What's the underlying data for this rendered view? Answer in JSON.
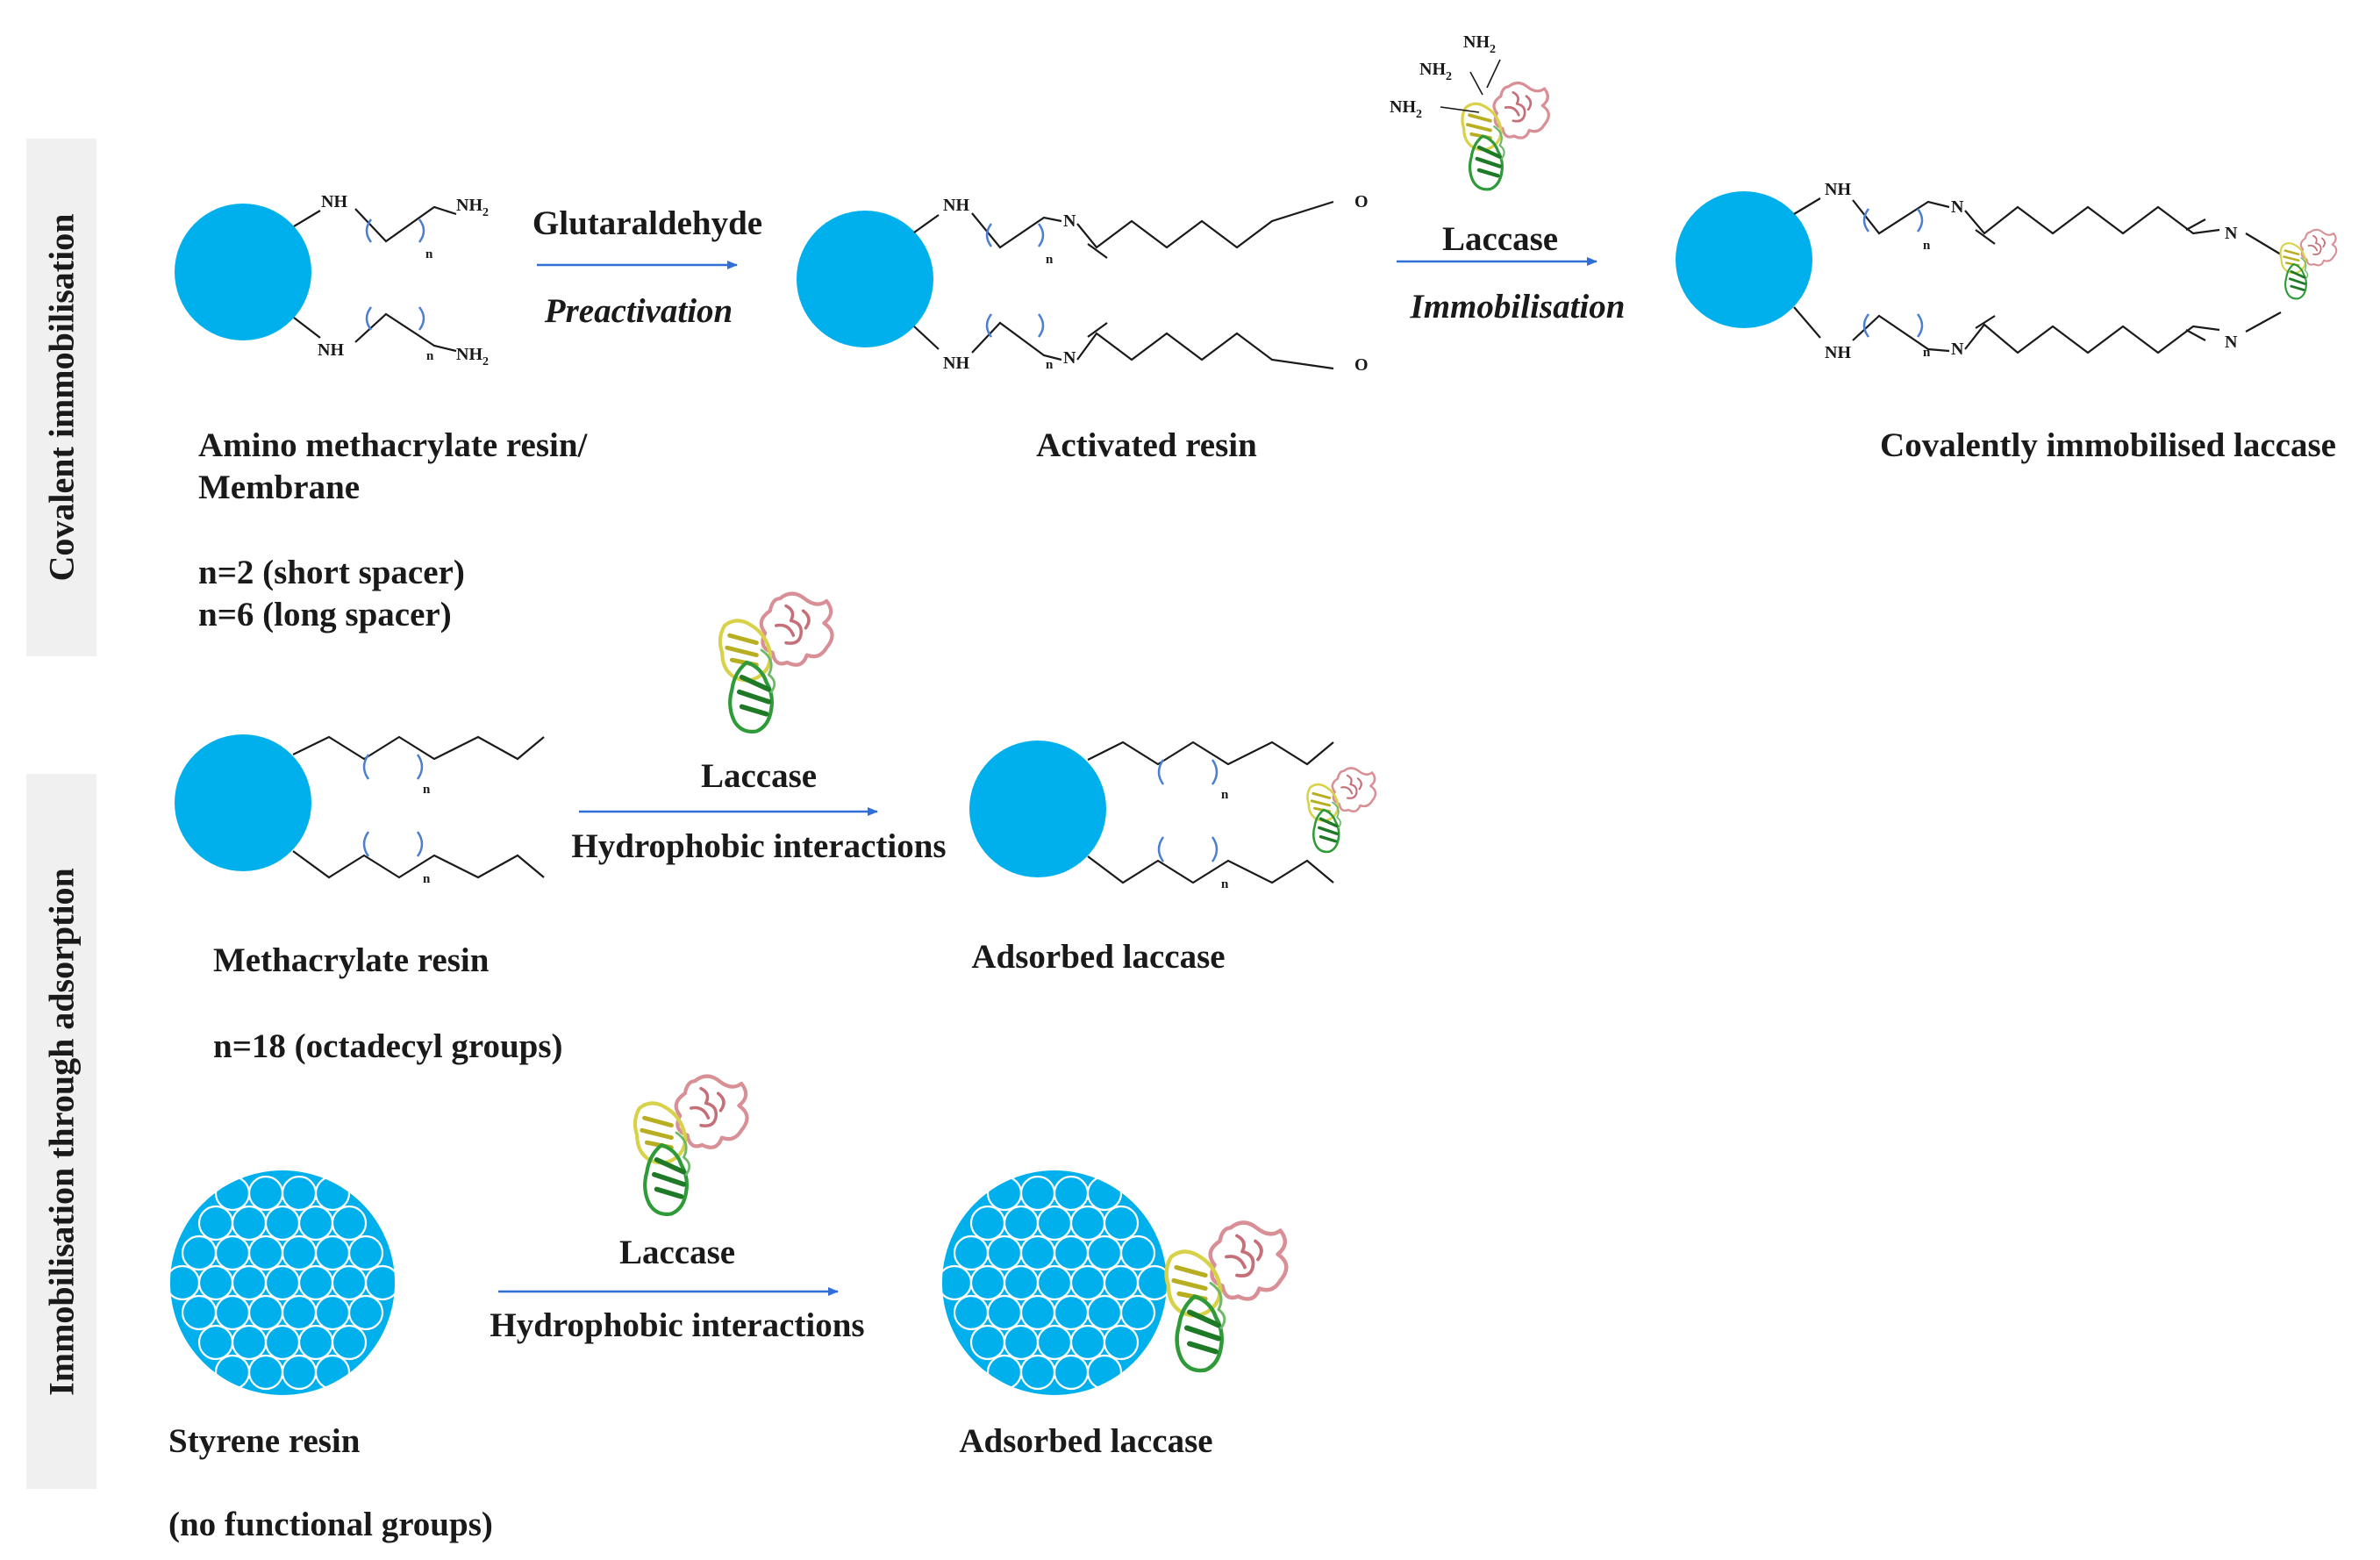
{
  "colors": {
    "bead": "#00b0ec",
    "arrow": "#2f6fd6",
    "bracket": "#4d7fd0",
    "sidebar_bg": "#f0f0f0",
    "protein_pink": "#d98f96",
    "protein_yellow": "#d8d24a",
    "protein_green": "#2e9a38"
  },
  "sidebars": {
    "covalent": "Covalent immobilisation",
    "adsorption": "Immobilisation through adsorption"
  },
  "chem": {
    "nh": "NH",
    "nh2_base": "NH",
    "nh2_sub": "2",
    "n_atom": "N",
    "o_atom": "O",
    "repeat_n": "n"
  },
  "covalent": {
    "step1_reagent": "Glutaraldehyde",
    "step1_process": "Preactivation",
    "step2_reagent": "Laccase",
    "step2_process": "Immobilisation",
    "start_label_line1": "Amino methacrylate resin/",
    "start_label_line2": "Membrane",
    "spacer_short": "n=2 (short spacer)",
    "spacer_long": "n=6 (long spacer)",
    "activated_label": "Activated resin",
    "product_label": "Covalently immobilised laccase"
  },
  "adsorption_methacrylate": {
    "reagent": "Laccase",
    "process": "Hydrophobic interactions",
    "start_label": "Methacrylate resin",
    "note": "n=18 (octadecyl groups)",
    "product_label": "Adsorbed laccase"
  },
  "adsorption_styrene": {
    "reagent": "Laccase",
    "process": "Hydrophobic interactions",
    "start_label": "Styrene resin",
    "note": "(no functional groups)",
    "product_label": "Adsorbed laccase"
  }
}
